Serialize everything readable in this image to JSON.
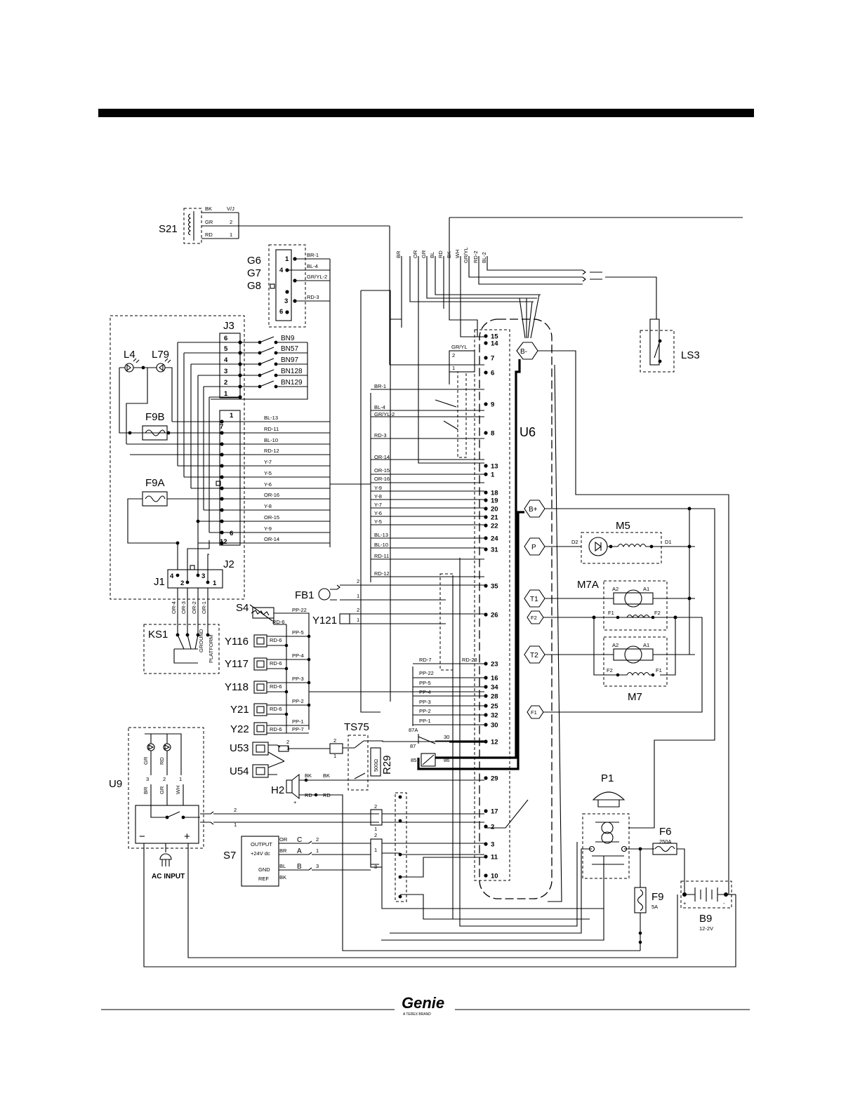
{
  "components": {
    "S21": "S21",
    "G6": "G6",
    "G7": "G7",
    "G8": "G8",
    "J3": "J3",
    "J2": "J2",
    "J1": "J1",
    "L4": "L4",
    "L79": "L79",
    "F9B": "F9B",
    "F9A": "F9A",
    "KS1": "KS1",
    "S4": "S4",
    "FB1": "FB1",
    "Y121": "Y121",
    "Y116": "Y116",
    "Y117": "Y117",
    "Y118": "Y118",
    "Y21": "Y21",
    "Y22": "Y22",
    "U53": "U53",
    "U54": "U54",
    "H2": "H2",
    "TS75": "TS75",
    "R29": "R29",
    "U9": "U9",
    "S7": "S7",
    "U6": "U6",
    "LS3": "LS3",
    "M5": "M5",
    "M7A": "M7A",
    "M7": "M7",
    "P1": "P1",
    "F6": "F6",
    "F9": "F9",
    "B9": "B9"
  },
  "s21_wires": [
    {
      "color": "BK",
      "pin": "V/J"
    },
    {
      "color": "GR",
      "pin": "2"
    },
    {
      "color": "RD",
      "pin": "1"
    }
  ],
  "g6_pins": [
    "1",
    "4",
    "3",
    "6"
  ],
  "g6_wires": [
    "BR-1",
    "BL-4",
    "GR/YL-2",
    "RD-3"
  ],
  "top_wire_colors": [
    "BR",
    "OR",
    "GR",
    "BL",
    "RD",
    "BK",
    "WH",
    "GR/YL",
    "RD-2",
    "BL-2"
  ],
  "j3_pins": [
    "6",
    "5",
    "4",
    "3",
    "2",
    "1"
  ],
  "bn_labels": [
    "BN9",
    "BN57",
    "BN97",
    "BN128",
    "BN129"
  ],
  "j2_pins": [
    "1",
    "7",
    "6",
    "12"
  ],
  "j2_wires": [
    "BL-13",
    "RD-11",
    "BL-10",
    "RD-12",
    "Y-7",
    "Y-5",
    "Y-6",
    "OR-16",
    "Y-8",
    "OR-15",
    "Y-9",
    "OR-14"
  ],
  "j1_pins": [
    "4",
    "2",
    "3",
    "1"
  ],
  "ks1_wires": [
    "OR-4",
    "OR-3",
    "OR-2",
    "OR-1"
  ],
  "ks1_labels": [
    "GROUND",
    "PLATFORM"
  ],
  "u6_left_wires": [
    "GR/YL",
    "BR-1",
    "BL-4",
    "GR/YL-2",
    "RD-3",
    "OR-14",
    "OR-15",
    "OR-16",
    "Y-9",
    "Y-8",
    "Y-7",
    "Y-6",
    "Y-5",
    "BL-13",
    "BL-10",
    "RD-11",
    "RD-12",
    "RD-7",
    "RD-23",
    "PP-22",
    "PP-5",
    "PP-4",
    "PP-3",
    "PP-2",
    "PP-1"
  ],
  "u6_pins": [
    "15",
    "14",
    "7",
    "6",
    "9",
    "8",
    "13",
    "1",
    "18",
    "19",
    "20",
    "21",
    "22",
    "24",
    "31",
    "35",
    "26",
    "23",
    "16",
    "34",
    "28",
    "25",
    "32",
    "30",
    "12",
    "29",
    "17",
    "2",
    "3",
    "11",
    "10"
  ],
  "terminals": [
    "B-",
    "B+",
    "P",
    "T1",
    "F2",
    "T2",
    "F1"
  ],
  "motor_labels": [
    "D2",
    "D1",
    "A2",
    "A1",
    "F1",
    "F2"
  ],
  "s4_wires": [
    "PP-22",
    "RD-6"
  ],
  "valve_wires": [
    "RD-6",
    "PP-5",
    "PP-4",
    "PP-3",
    "PP-2",
    "PP-1",
    "PP-7"
  ],
  "relay_pins": [
    "87A",
    "87",
    "85",
    "86",
    "30"
  ],
  "r29_value": "500Ω",
  "h2_wires": [
    "BK",
    "RD"
  ],
  "u9_wires": [
    "GR",
    "RD",
    "BR",
    "GR",
    "WH"
  ],
  "u9_pins": [
    "3",
    "2",
    "1"
  ],
  "u9_polarity": [
    "−",
    "+"
  ],
  "ac_input": "AC INPUT",
  "s7_rows": [
    "OUTPUT",
    "+24V dc",
    "GND",
    "REF"
  ],
  "s7_wires": [
    "OR",
    "BR",
    "BL",
    "BK"
  ],
  "s7_letters": [
    "C",
    "A",
    "B"
  ],
  "f6_rating": "250A",
  "f9_rating": "5A",
  "b9_rating": "12-2V",
  "logo": {
    "brand": "Genie",
    "tagline": "A TEREX BRAND"
  }
}
